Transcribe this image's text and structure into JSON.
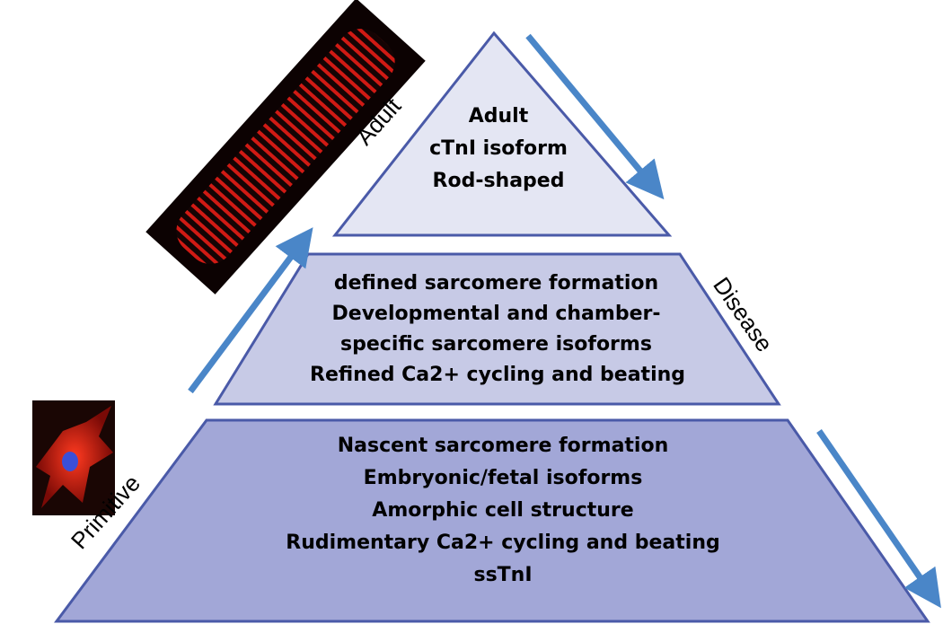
{
  "labels": {
    "adult": "Adult",
    "disease": "Disease",
    "primitive": "Primitive"
  },
  "tiers": {
    "top": [
      "Adult",
      "cTnI isoform",
      "Rod-shaped"
    ],
    "middle": [
      "defined sarcomere formation",
      "Developmental and chamber-",
      "specific sarcomere isoforms",
      "Refined Ca2+ cycling and beating"
    ],
    "bottom": [
      "Nascent sarcomere formation",
      "Embryonic/fetal isoforms",
      "Amorphic cell structure",
      "Rudimentary Ca2+ cycling and beating",
      "ssTnI"
    ]
  },
  "colors": {
    "top_fill": "#e4e6f3",
    "middle_fill": "#c7cae6",
    "bottom_fill": "#a2a7d7",
    "outline": "#4a5aa8",
    "arrow": "#4a86c8",
    "image_red": "#d01a14"
  }
}
